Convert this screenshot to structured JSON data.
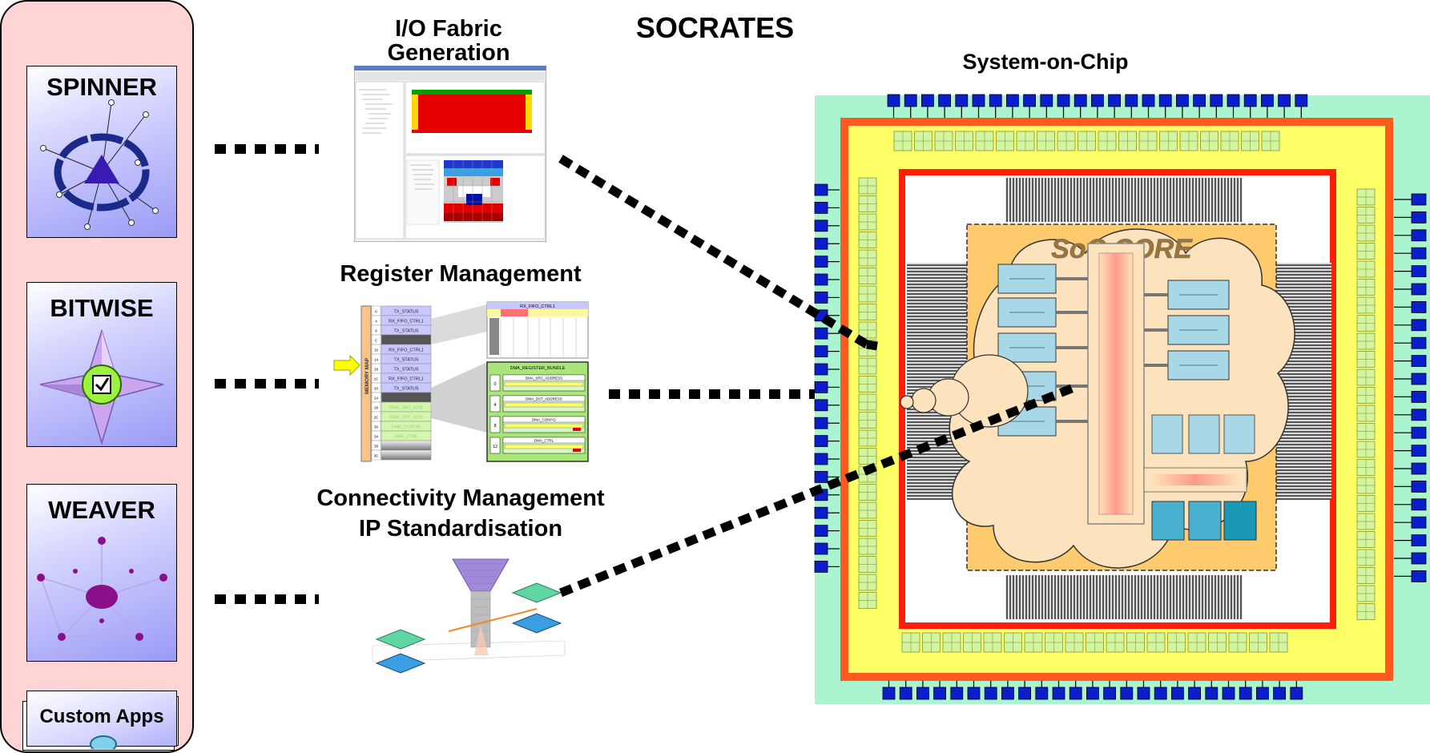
{
  "sidebar": {
    "title": "SOCRATES",
    "tools": [
      {
        "name": "SPINNER",
        "icon": "spinner-icon"
      },
      {
        "name": "BITWISE",
        "icon": "bitwise-icon"
      },
      {
        "name": "WEAVER",
        "icon": "weaver-icon"
      },
      {
        "name": "Custom Apps",
        "icon": "custom-apps-icon"
      }
    ]
  },
  "features": {
    "io_fabric": {
      "line1": "I/O Fabric",
      "line2": "Generation"
    },
    "register_management": {
      "label": "Register Management",
      "memory_map_label": "MEMORY MAP"
    },
    "connectivity": {
      "line1": "Connectivity Management",
      "line2": "IP Standardisation"
    }
  },
  "register_rows": [
    "TX_STATUS",
    "RX_FIFO_CTRL1",
    "TX_STATUS",
    "",
    "RX_FIFO_CTRL1",
    "TX_STATUS",
    "TX_STATUS",
    "RX_FIFO_CTRL1",
    "TX_STATUS",
    "",
    "DMA_SRC_ADD",
    "DMA_DST_ADD",
    "DMA_CONFIG",
    "DMA_CTRL",
    "",
    ""
  ],
  "register_indices": [
    "0",
    "4",
    "8",
    "C",
    "10",
    "14",
    "18",
    "1C",
    "20",
    "24",
    "28",
    "2C",
    "30",
    "34",
    "38",
    "3C"
  ],
  "register_detail": {
    "header": "RX_FIFO_CTRL1",
    "bundle_header": "DMA_REGISTER_BUNDLE",
    "bundle_rows": [
      {
        "index": "0",
        "name": "DMA_SRC_ADDRESS"
      },
      {
        "index": "4",
        "name": "DMA_DST_ADDRESS"
      },
      {
        "index": "8",
        "name": "DMA_CONFIG"
      },
      {
        "index": "12",
        "name": "DMA_CTRL"
      }
    ]
  },
  "soc": {
    "title": "System-on-Chip",
    "core_label": "SoC CORE"
  },
  "colors": {
    "sidebar_bg": "#ffd4d4",
    "chip_bg": "#aaf5d0",
    "chip_ring": "#ff5a1e",
    "chip_fill": "#ffff66",
    "core_fill": "#fdcb6e",
    "cloud_fill": "#fde3bd",
    "block_fill": "#a8d8e8",
    "pad_fill": "#0a1ecc"
  }
}
